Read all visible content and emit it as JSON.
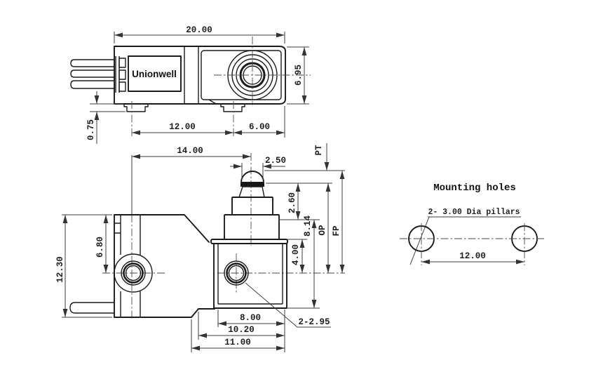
{
  "drawing": {
    "top_view": {
      "brand": "Unionwell",
      "dim_width": "20.00",
      "dim_height": "6.95",
      "dim_foot_pitch": "12.00",
      "dim_foot_to_edge": "6.00",
      "dim_foot_height": "0.75"
    },
    "front_view": {
      "dim_hole_to_plunger": "14.00",
      "dim_plunger_width": "2.50",
      "label_pretravel": "PT",
      "dim_plunger_travel": "2.60",
      "dim_step_to_base": "8.14",
      "label_operating_pos": "OP",
      "label_free_pos": "FP",
      "dim_top_to_hole": "4.00",
      "dim_hole_from_top": "6.80",
      "dim_total_height": "12.30",
      "dim_base_width": "8.00",
      "dim_mid_width": "10.20",
      "dim_bottom_width": "11.00",
      "hole_callout": "2-2.95"
    },
    "mounting_view": {
      "title": "Mounting holes",
      "callout": "2- 3.00 Dia pillars",
      "dim_pitch": "12.00"
    },
    "colors": {
      "outline": "#1b1b1b",
      "dim_line": "#3d3d3d",
      "background": "#ffffff"
    }
  }
}
